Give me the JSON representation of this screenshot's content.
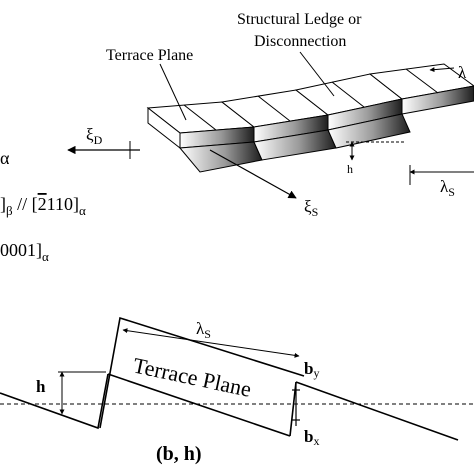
{
  "top_diagram": {
    "structural_ledge_line1": "Structural Ledge or",
    "structural_ledge_line2": "Disconnection",
    "terrace_plane": "Terrace Plane",
    "xi_d_symbol": "ξ",
    "xi_d_sub": "D",
    "xi_s_symbol": "ξ",
    "xi_s_sub": "S",
    "lambda_s_symbol": "λ",
    "lambda_s_sub": "S",
    "lambda_right_symbol": "λ",
    "h_label": "h"
  },
  "left_equations": {
    "eq1_alpha": "α",
    "eq2_beta_part": "]",
    "eq2_beta_sub": "β",
    "eq2_parallel": " // [",
    "eq2_bar_digit": "2",
    "eq2_rest": "110]",
    "eq2_alpha_sub": "α",
    "eq3_bracket": "0001]",
    "eq3_alpha_sub": "α"
  },
  "bottom_diagram": {
    "lambda_s_symbol": "λ",
    "lambda_s_sub": "S",
    "terrace_plane": "Terrace Plane",
    "h_label": "h",
    "b_y": "b",
    "b_y_sub": "y",
    "b_x": "b",
    "b_x_sub": "x",
    "caption": "(b, h)"
  },
  "colors": {
    "ink": "#000000",
    "dark_face": "#2b2b2b",
    "mid_face": "#8a8a8a",
    "light_face": "#ffffff"
  }
}
